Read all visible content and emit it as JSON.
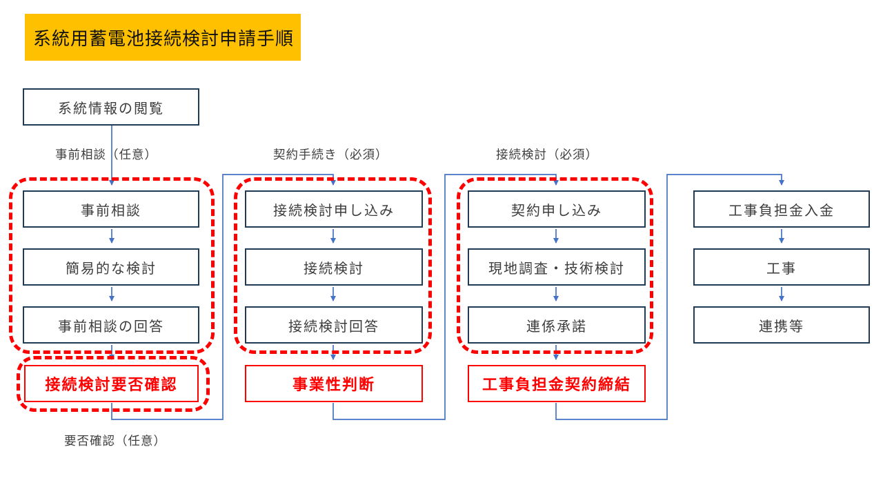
{
  "title": "系統用蓄電池接続検討申請手順",
  "start_box": "系統情報の閲覧",
  "phase_labels": {
    "preliminary": "事前相談（任意）",
    "contract": "契約手続き（必須）",
    "study": "接続検討（必須）",
    "confirm": "要否確認（任意）"
  },
  "columns": [
    {
      "steps": [
        "事前相談",
        "簡易的な検討",
        "事前相談の回答"
      ],
      "result": "接続検討要否確認"
    },
    {
      "steps": [
        "接続検討申し込み",
        "接続検討",
        "接続検討回答"
      ],
      "result": "事業性判断"
    },
    {
      "steps": [
        "契約申し込み",
        "現地調査・技術検討",
        "連係承諾"
      ],
      "result": "工事負担金契約締結"
    },
    {
      "steps": [
        "工事負担金入金",
        "工事",
        "連携等"
      ]
    }
  ],
  "colors": {
    "title_background_gold": "#FFC000",
    "box_border_navy": "#1F3A54",
    "arrow_blue": "#4472C4",
    "highlight_red": "#FF0000"
  }
}
